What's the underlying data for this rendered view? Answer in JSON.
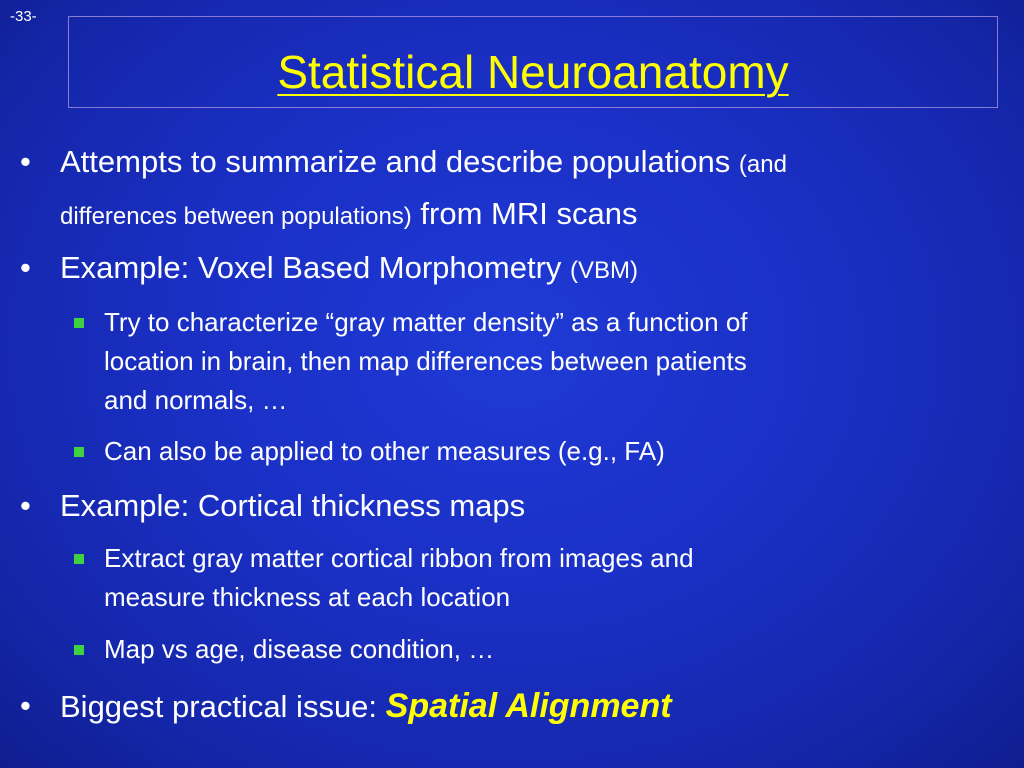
{
  "slide": {
    "page_number": "-33-",
    "title": "Statistical Neuroanatomy"
  },
  "bullets": [
    {
      "line1_main": "Attempts to summarize and describe populations",
      "line1_small": "(and",
      "line2_small": "differences between populations)",
      "line2_main": "from MRI scans"
    },
    {
      "main": "Example: Voxel Based Morphometry",
      "small": "(VBM)"
    },
    {
      "main": "Example: Cortical thickness maps"
    },
    {
      "prefix": "Biggest practical issue:",
      "emphasis": "Spatial Alignment"
    }
  ],
  "subbullets": {
    "vbm": [
      {
        "line1": "Try to characterize “gray matter density” as a function of",
        "line2": "location in brain, then map differences between patients",
        "line3": "and normals, …"
      },
      {
        "line1": "Can also be applied to other measures (e.g., FA)"
      }
    ],
    "thickness": [
      {
        "line1": "Extract gray matter cortical ribbon from images and",
        "line2": "measure thickness at each location"
      },
      {
        "line1": "Map vs age, disease condition, …"
      }
    ]
  },
  "colors": {
    "title": "#ffff00",
    "text": "#ffffff",
    "subbullet_marker": "#3fd13f",
    "background": "#1a2fc4"
  }
}
